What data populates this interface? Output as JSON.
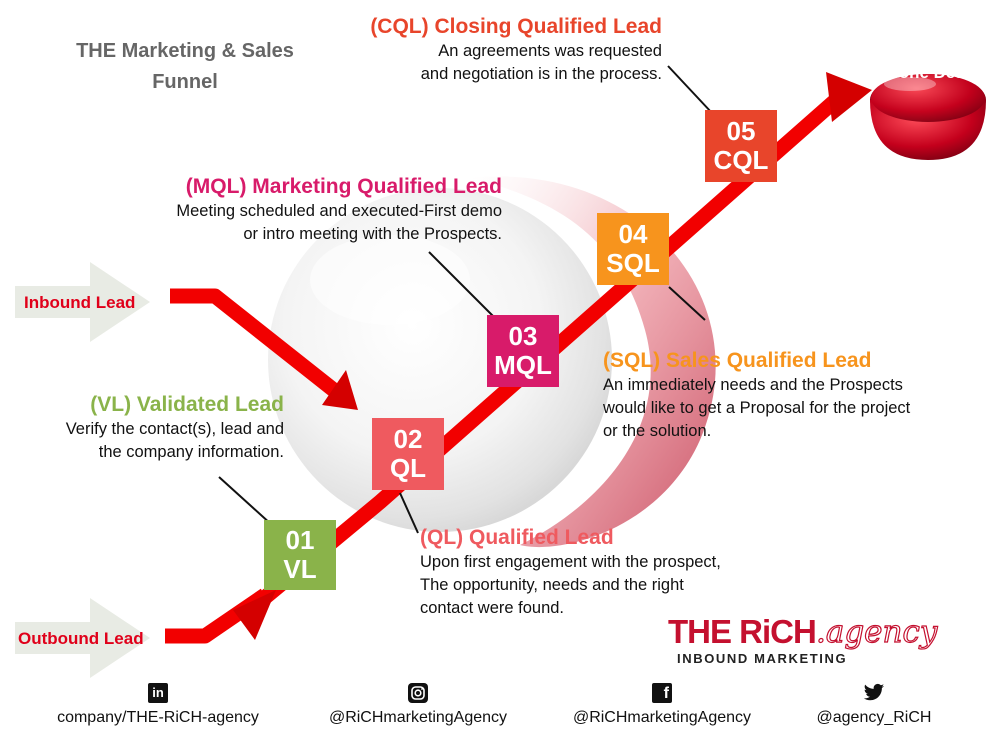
{
  "title": "THE Marketing & Sales\nFunnel",
  "inputs": {
    "inbound": "Inbound Lead",
    "outbound": "Outbound Lead"
  },
  "stages": [
    {
      "num": "01",
      "abbr": "VL",
      "heading": "(VL) Validated Lead",
      "desc": "Verify the contact(s), lead and\nthe company information.",
      "color": "#8ab34a"
    },
    {
      "num": "02",
      "abbr": "QL",
      "heading": "(QL) Qualified Lead",
      "desc": "Upon first engagement with the prospect,\nThe opportunity, needs and the right\ncontact were found.",
      "color": "#ef5a5f"
    },
    {
      "num": "03",
      "abbr": "MQL",
      "heading": "(MQL) Marketing Qualified Lead",
      "desc": "Meeting scheduled and executed-First demo\nor intro meeting with the Prospects.",
      "color": "#d81b6a"
    },
    {
      "num": "04",
      "abbr": "SQL",
      "heading": "(SQL) Sales Qualified Lead",
      "desc": "An immediately needs and the Prospects\nwould like to get a Proposal for the project\nor the solution.",
      "color": "#f7941d"
    },
    {
      "num": "05",
      "abbr": "CQL",
      "heading": "(CQL) Closing Qualified Lead",
      "desc": "An agreements was requested\nand negotiation is in the process.",
      "color": "#e8452b"
    }
  ],
  "outcome": {
    "label": "Done Deal"
  },
  "brand": {
    "name": "THE RiCH",
    "script": ".agency",
    "tagline": "INBOUND MARKETING"
  },
  "social": [
    {
      "icon": "linkedin-icon",
      "glyph": "in",
      "handle": "company/THE-RiCH-agency"
    },
    {
      "icon": "instagram-icon",
      "glyph": "",
      "handle": "@RiCHmarketingAgency"
    },
    {
      "icon": "facebook-icon",
      "glyph": "f",
      "handle": "@RiCHmarketingAgency"
    },
    {
      "icon": "twitter-icon",
      "glyph": "",
      "handle": "@agency_RiCH"
    }
  ],
  "colors": {
    "arrow": "#f20000",
    "input_arrow": "#e8ebe4",
    "lead_label": "#e0001a",
    "title": "#666666"
  }
}
